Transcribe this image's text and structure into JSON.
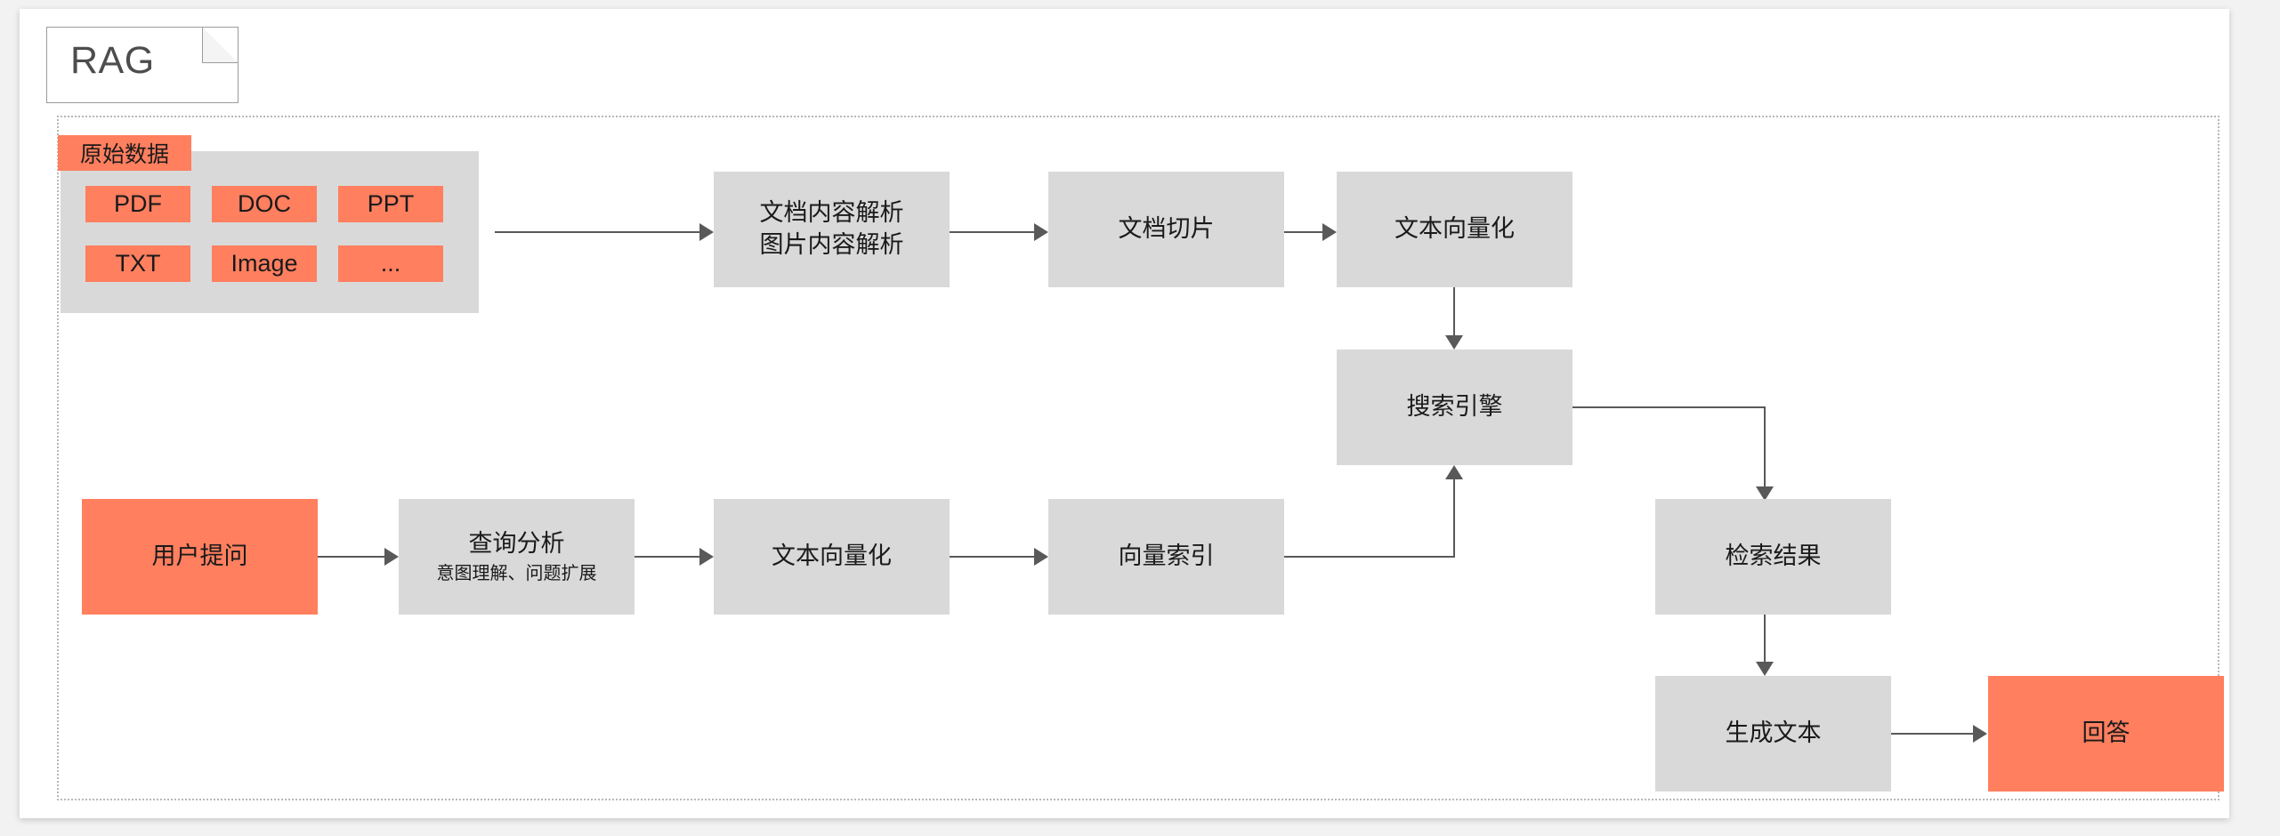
{
  "diagram": {
    "title": "RAG",
    "colors": {
      "accent": "#ff7f5f",
      "node": "#d9d9d9",
      "line": "#595959",
      "page": "#ffffff"
    },
    "source_group": {
      "tag": "原始数据",
      "chips": [
        "PDF",
        "DOC",
        "PPT",
        "TXT",
        "Image",
        "..."
      ]
    },
    "nodes": {
      "parse": "文档内容解析\n图片内容解析",
      "chunk": "文档切片",
      "embed_doc": "文本向量化",
      "search_engine": "搜索引擎",
      "user_query": "用户提问",
      "query_analysis": "查询分析",
      "query_analysis_sub": "意图理解、问题扩展",
      "embed_query": "文本向量化",
      "vector_index": "向量索引",
      "retrieval_result": "检索结果",
      "generate_text": "生成文本",
      "answer": "回答"
    }
  }
}
